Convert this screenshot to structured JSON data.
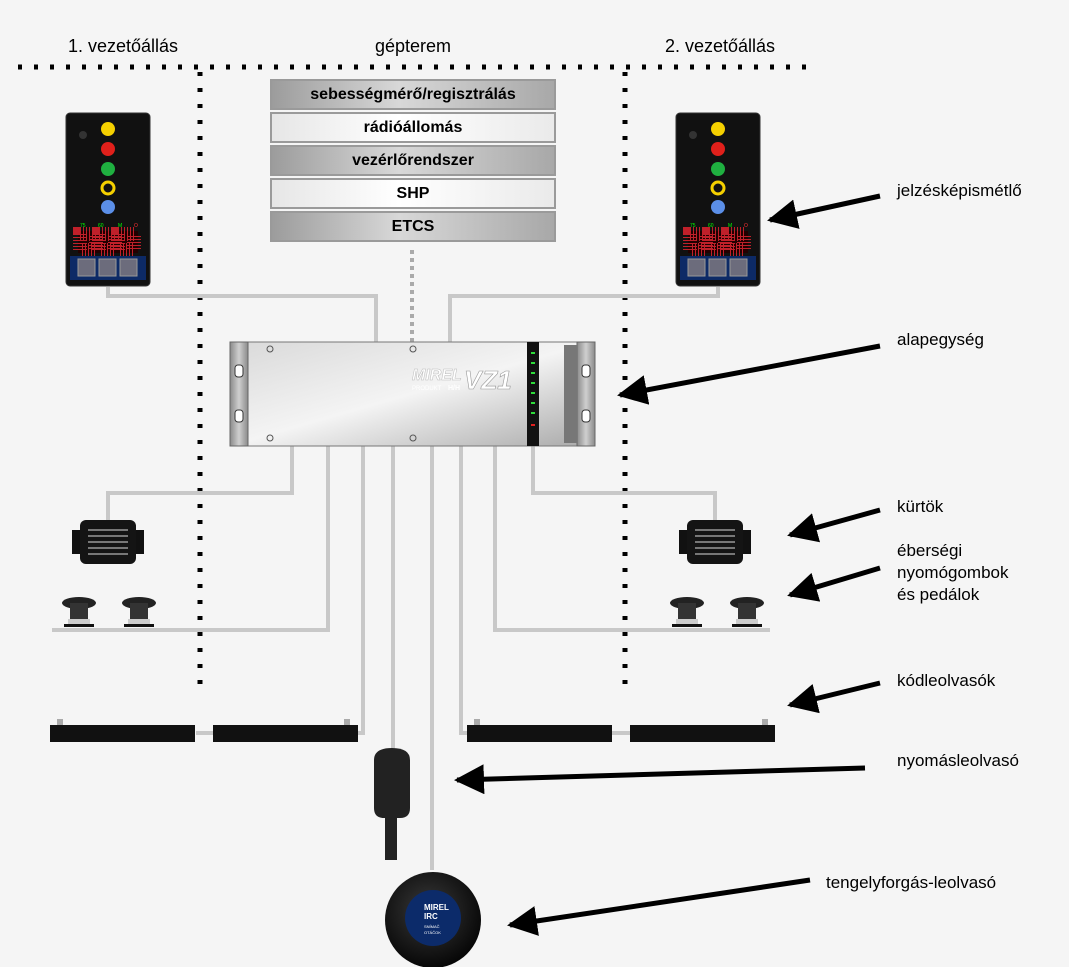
{
  "headers": {
    "left": "1. vezetőállás",
    "center": "gépterem",
    "right": "2. vezetőállás"
  },
  "machine_room_stack": [
    "sebességmérő/regisztrálás",
    "rádióállomás",
    "vezérlőrendszer",
    "SHP",
    "ETCS"
  ],
  "callouts": {
    "signal_repeater": "jelzésképismétlő",
    "base_unit": "alapegység",
    "horns": "kürtök",
    "vigilance_line1": "éberségi",
    "vigilance_line2": "nyomógombok",
    "vigilance_line3": "és pedálok",
    "code_readers": "kódleolvasók",
    "pressure_reader": "nyomásleolvasó",
    "axle_reader": "tengelyforgás-leolvasó"
  },
  "base_unit_brand": {
    "brand": "MIREL",
    "product": "PRODUKT",
    "maker": "H/H",
    "model": "VZ1"
  },
  "axle_sensor_brand": {
    "line1": "MIREL",
    "line2": "IRC",
    "line3": "SNÍMAČ",
    "line4": "OTÁČOK"
  },
  "repeater_labels": [
    "75",
    "60",
    "M",
    "O"
  ],
  "colors": {
    "signal_yellow": "#f5d000",
    "signal_red": "#e0201b",
    "signal_green": "#1fb040",
    "signal_blue": "#5b8fe8",
    "cable": "#c8c8c8",
    "panel_navy": "#0d2a66"
  }
}
